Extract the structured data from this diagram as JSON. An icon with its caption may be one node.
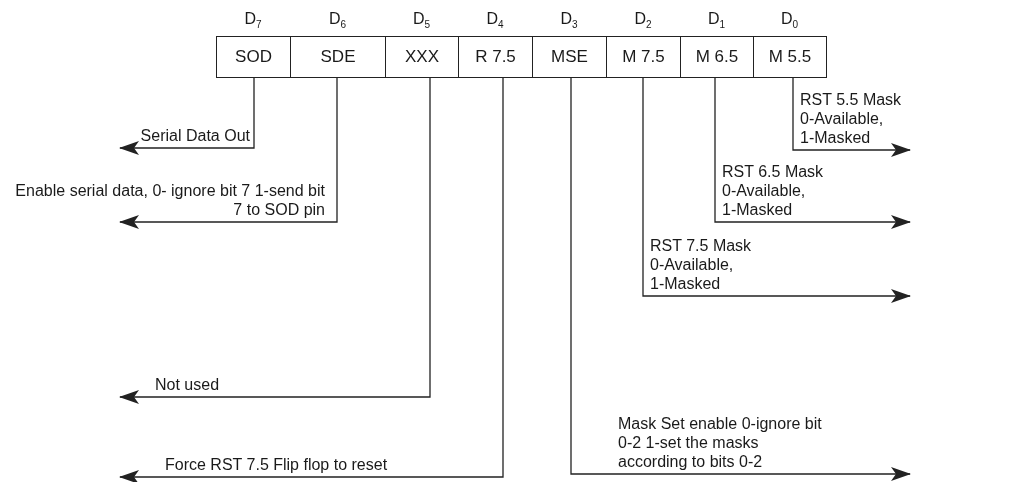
{
  "diagram": {
    "nodes": [
      {
        "text": [
          "SOD"
        ],
        "beside": [
          "D$_{7}$"
        ]
      },
      {
        "text": [
          "SDE"
        ],
        "beside": [
          "D$_{6}$"
        ]
      },
      {
        "text": [
          "XXX"
        ],
        "beside": [
          "D$_{5}$"
        ]
      },
      {
        "text": [
          "R 7.5"
        ],
        "beside": [
          "D$_{4}$"
        ]
      },
      {
        "text": [
          "MSE"
        ],
        "beside": [
          "D$_{3}$"
        ]
      },
      {
        "text": [
          "M 7.5"
        ],
        "beside": [
          "D$_{2}$"
        ]
      },
      {
        "text": [
          "M 6.5"
        ],
        "beside": [
          "D$_{1}$"
        ]
      },
      {
        "text": [
          "M 5.5"
        ],
        "beside": [
          "D$_{0}$"
        ]
      }
    ],
    "edges": [
      {
        "from": 0,
        "to": null,
        "arrow": "to",
        "label": "Serial Data Out"
      },
      {
        "from": 1,
        "to": null,
        "arrow": "to",
        "label": "Enable serial data, 0- ignore bit 7 1-send bit 7 to SOD pin"
      },
      {
        "from": 2,
        "to": null,
        "arrow": "to",
        "label": "Not used"
      },
      {
        "from": 3,
        "to": null,
        "arrow": "to",
        "label": "Force RST 7.5 Flip flop to reset"
      },
      {
        "from": 4,
        "to": null,
        "arrow": "to",
        "label": "Mask Set enable 0-ignore bit 0-2 1-set the masks according to bits 0-2"
      },
      {
        "from": 5,
        "to": null,
        "arrow": "to",
        "label": "RST 7.5 Mask 0-Available, 1-Masked"
      },
      {
        "from": 6,
        "to": null,
        "arrow": "to",
        "label": "RST 6.5 Mask 0-Available, 1-Masked"
      },
      {
        "from": 7,
        "to": null,
        "arrow": "to",
        "label": "RST 5.5 Mask 0-Available, 1-Masked"
      }
    ]
  }
}
